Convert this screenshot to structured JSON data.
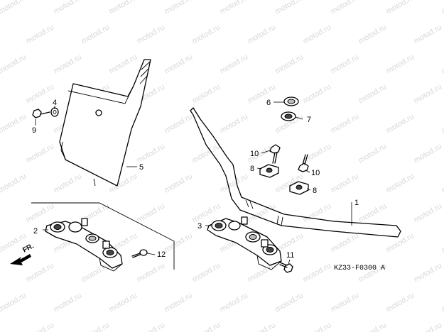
{
  "watermark": {
    "text": "motod.ru"
  },
  "callouts": {
    "c1": "1",
    "c2": "2",
    "c3": "3",
    "c4": "4",
    "c5": "5",
    "c6": "6",
    "c7": "7",
    "c8a": "8",
    "c8b": "8",
    "c9": "9",
    "c10a": "10",
    "c10b": "10",
    "c11": "11",
    "c12": "12"
  },
  "front_marker": {
    "label": "FR."
  },
  "diagram_code": "KZ33-F0300 A",
  "colors": {
    "ink": "#000000",
    "background": "#ffffff",
    "watermark": "#d8d8d8"
  }
}
